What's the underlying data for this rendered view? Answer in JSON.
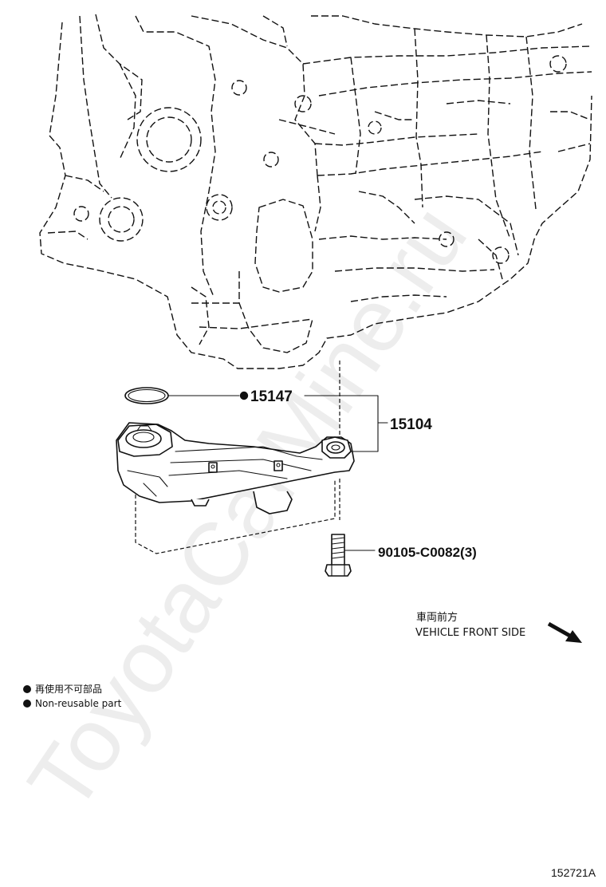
{
  "watermark": "ToyotaCarMine.ru",
  "parts": {
    "gasket_number": "15147",
    "strainer_number": "15104",
    "bolt_number": "90105-C0082(3)"
  },
  "direction_note": {
    "label_jp": "車両前方",
    "label_en": "VEHICLE FRONT SIDE"
  },
  "legend": {
    "jp": "再使用不可部品",
    "en": "Non-reusable part"
  },
  "figure_id": "152721A"
}
